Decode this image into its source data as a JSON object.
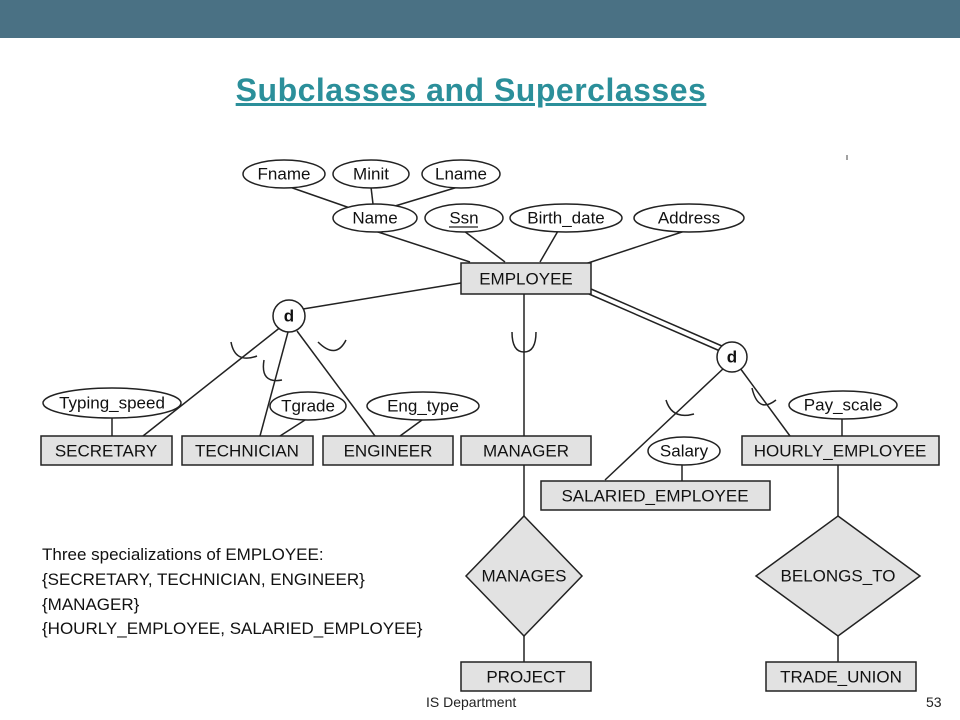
{
  "slide": {
    "title": "Subclasses and Superclasses",
    "footer_department": "IS Department",
    "page_number": "53"
  },
  "diagram": {
    "attributes": {
      "fname": "Fname",
      "minit": "Minit",
      "lname": "Lname",
      "name": "Name",
      "ssn": "Ssn",
      "birth_date": "Birth_date",
      "address": "Address",
      "typing_speed": "Typing_speed",
      "tgrade": "Tgrade",
      "eng_type": "Eng_type",
      "salary": "Salary",
      "pay_scale": "Pay_scale"
    },
    "entities": {
      "employee": "EMPLOYEE",
      "secretary": "SECRETARY",
      "technician": "TECHNICIAN",
      "engineer": "ENGINEER",
      "manager": "MANAGER",
      "salaried_employee": "SALARIED_EMPLOYEE",
      "hourly_employee": "HOURLY_EMPLOYEE",
      "project": "PROJECT",
      "trade_union": "TRADE_UNION"
    },
    "relationships": {
      "manages": "MANAGES",
      "belongs_to": "BELONGS_TO"
    },
    "disjoint_marker": "d"
  },
  "caption": {
    "lines": [
      "Three specializations of EMPLOYEE:",
      "{SECRETARY, TECHNICIAN, ENGINEER}",
      "{MANAGER}",
      "{HOURLY_EMPLOYEE, SALARIED_EMPLOYEE}"
    ]
  }
}
